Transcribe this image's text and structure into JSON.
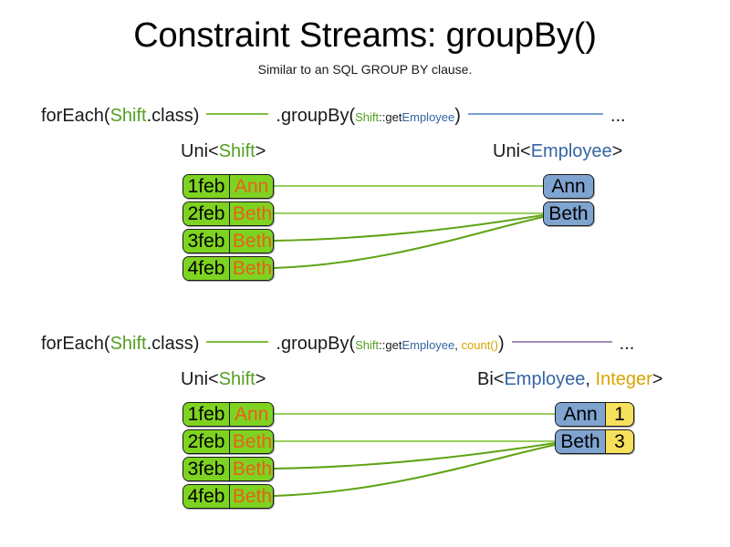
{
  "header": {
    "title": "Constraint Streams: groupBy()",
    "subtitle": "Similar to an SQL GROUP BY clause."
  },
  "colors": {
    "green": "#54a021",
    "blue": "#3465a4",
    "amber": "#d9a400",
    "dark": "#1a1a1a",
    "shift_box_fill": "#7ed321",
    "shift_name_text": "#e8601c",
    "employee_box_fill": "#7fa4d0",
    "count_box_fill": "#f7e05c",
    "link_light_green": "#97cf5e",
    "link_dark_green": "#5ea313",
    "rule_green": "#7fbf3f",
    "rule_blue": "#7b9fd1",
    "rule_purple": "#a98cb5"
  },
  "sections": [
    {
      "id": "groupby-simple",
      "code": {
        "for_each_prefix": "forEach(",
        "for_each_type": "Shift",
        "for_each_suffix": ".class)",
        "group_by_prefix": ".groupBy(",
        "mapper_type": "Shift",
        "mapper_sep": "::get",
        "mapper_target": "Employee",
        "group_by_suffix": ")",
        "ellipsis": "...",
        "left_rule_color": "rule-green",
        "right_rule_color": "rule-blue"
      },
      "left_label": {
        "prefix": "Uni<",
        "type": "Shift",
        "suffix": ">"
      },
      "right_label": {
        "prefix": "Uni<",
        "type": "Employee",
        "suffix": ">"
      },
      "shifts": [
        {
          "date": "1feb",
          "employee": "Ann"
        },
        {
          "date": "2feb",
          "employee": "Beth"
        },
        {
          "date": "3feb",
          "employee": "Beth"
        },
        {
          "date": "4feb",
          "employee": "Beth"
        }
      ],
      "groups": [
        {
          "employee": "Ann",
          "count": null
        },
        {
          "employee": "Beth",
          "count": null
        }
      ]
    },
    {
      "id": "groupby-count",
      "code": {
        "for_each_prefix": "forEach(",
        "for_each_type": "Shift",
        "for_each_suffix": ".class)",
        "group_by_prefix": ".groupBy(",
        "mapper_type": "Shift",
        "mapper_sep": "::get",
        "mapper_target": "Employee",
        "collector_sep": ", ",
        "collector": "count()",
        "group_by_suffix": ")",
        "ellipsis": "...",
        "left_rule_color": "rule-green",
        "right_rule_color": "rule-purple"
      },
      "left_label": {
        "prefix": "Uni<",
        "type": "Shift",
        "suffix": ">"
      },
      "right_label": {
        "prefix": "Bi<",
        "type": "Employee",
        "sep": ", ",
        "type2": "Integer",
        "suffix": ">"
      },
      "shifts": [
        {
          "date": "1feb",
          "employee": "Ann"
        },
        {
          "date": "2feb",
          "employee": "Beth"
        },
        {
          "date": "3feb",
          "employee": "Beth"
        },
        {
          "date": "4feb",
          "employee": "Beth"
        }
      ],
      "groups": [
        {
          "employee": "Ann",
          "count": "1"
        },
        {
          "employee": "Beth",
          "count": "3"
        }
      ]
    }
  ]
}
